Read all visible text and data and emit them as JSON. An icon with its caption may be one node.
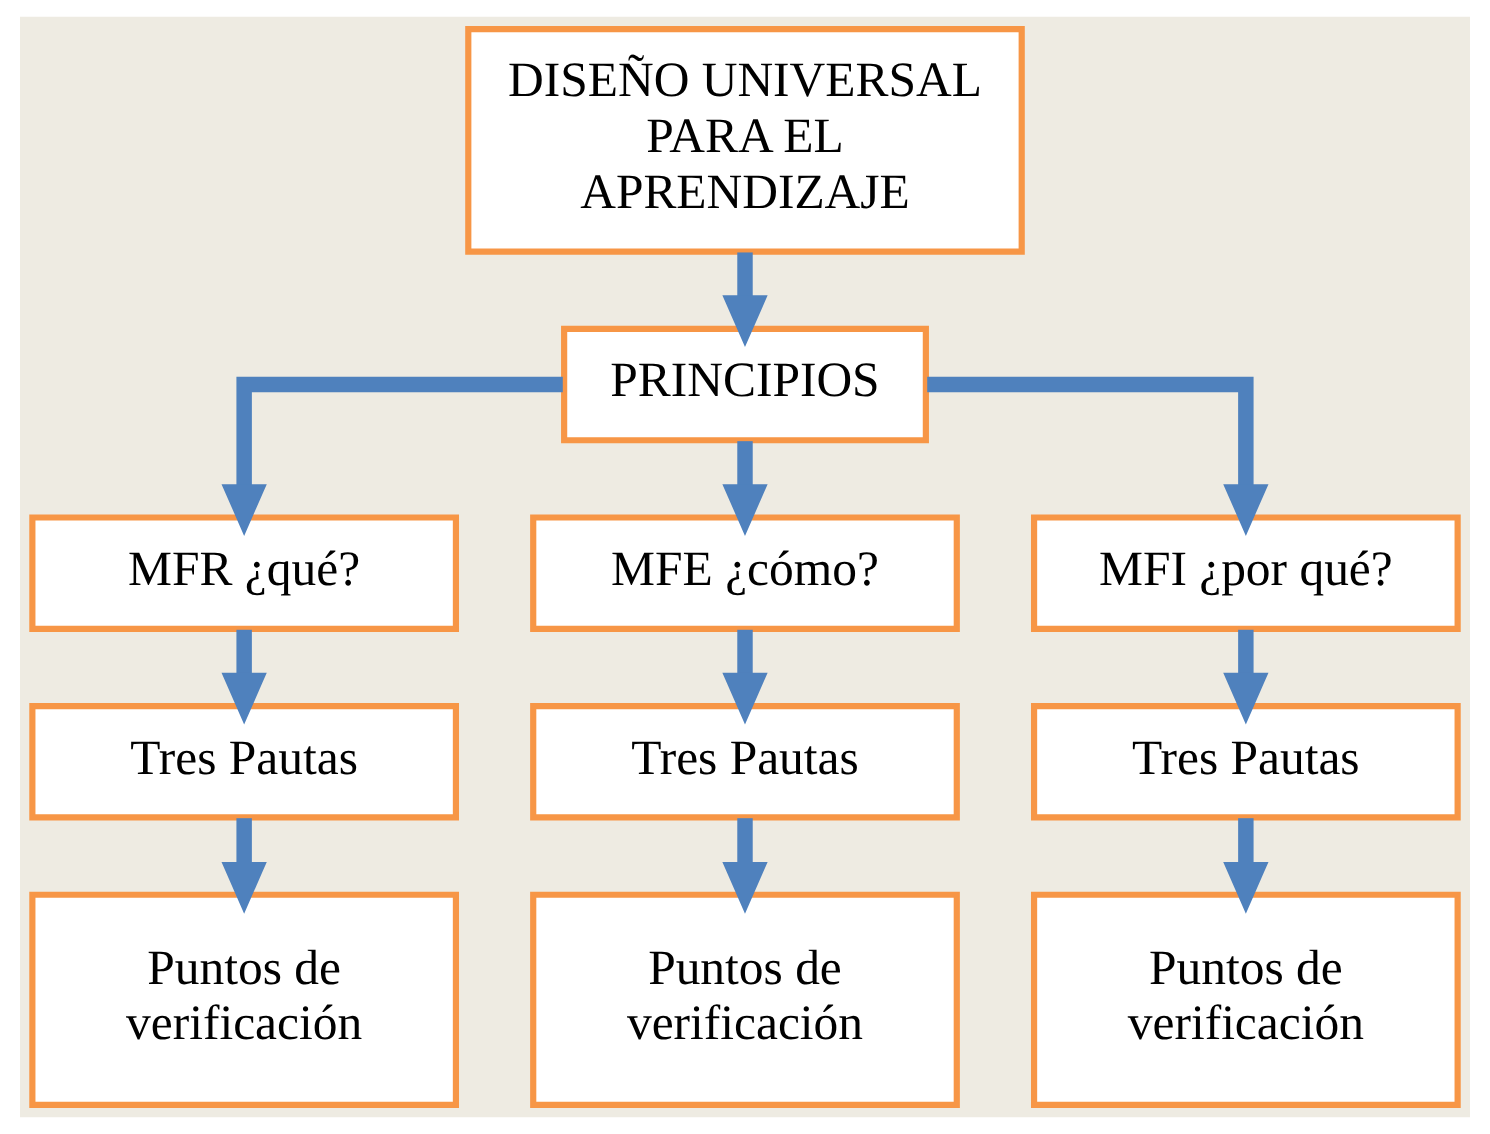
{
  "diagram": {
    "nodes": [
      {
        "text": [
          "DISEÑO UNIVERSAL PARA EL APRENDIZAJE"
        ]
      },
      {
        "text": [
          "PRINCIPIOS"
        ]
      },
      {
        "text": [
          "MFR ¿qué?"
        ]
      },
      {
        "text": [
          "MFE ¿cómo?"
        ]
      },
      {
        "text": [
          "MFI ¿por qué?"
        ]
      },
      {
        "text": [
          "Tres Pautas"
        ]
      },
      {
        "text": [
          "Tres Pautas"
        ]
      },
      {
        "text": [
          "Tres Pautas"
        ]
      },
      {
        "text": [
          "Puntos de verificación"
        ]
      },
      {
        "text": [
          "Puntos de verificación"
        ]
      },
      {
        "text": [
          "Puntos de verificación"
        ]
      }
    ],
    "edges": [
      {
        "from": 0,
        "to": 1,
        "arrow": "to"
      },
      {
        "from": 1,
        "to": 2,
        "arrow": "to"
      },
      {
        "from": 1,
        "to": 3,
        "arrow": "to"
      },
      {
        "from": 1,
        "to": 4,
        "arrow": "to"
      },
      {
        "from": 2,
        "to": 5,
        "arrow": "to"
      },
      {
        "from": 3,
        "to": 6,
        "arrow": "to"
      },
      {
        "from": 4,
        "to": 7,
        "arrow": "to"
      },
      {
        "from": 5,
        "to": 8,
        "arrow": "to"
      },
      {
        "from": 6,
        "to": 9,
        "arrow": "to"
      },
      {
        "from": 7,
        "to": 10,
        "arrow": "to"
      }
    ]
  }
}
